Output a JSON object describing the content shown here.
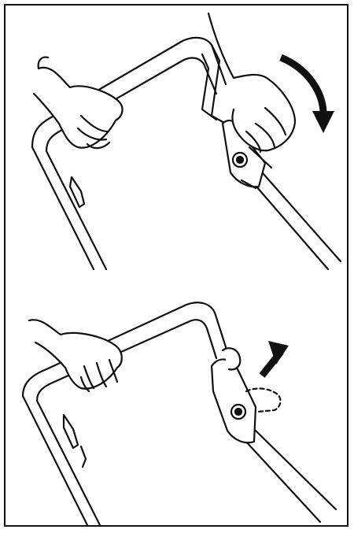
{
  "figure": {
    "panels": [
      {
        "id": "step-1",
        "motion": "rotate-clockwise",
        "arrow": "curved-arrow-icon"
      },
      {
        "id": "step-2",
        "motion": "lift-up",
        "arrow": "up-arrow-icon"
      }
    ]
  },
  "colors": {
    "ink": "#111111",
    "paper": "#ffffff"
  }
}
